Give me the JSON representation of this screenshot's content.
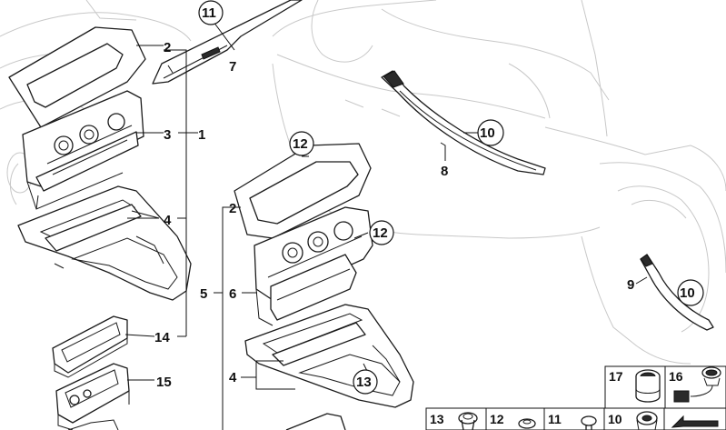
{
  "callouts": {
    "c1": "1",
    "c2a": "2",
    "c2b": "2",
    "c3": "3",
    "c4a": "4",
    "c4b": "4",
    "c5": "5",
    "c6": "6",
    "c7": "7",
    "c8": "8",
    "c9": "9",
    "c10a": "10",
    "c10b": "10",
    "c11": "11",
    "c12a": "12",
    "c12b": "12",
    "c13": "13",
    "c14": "14",
    "c15": "15"
  },
  "legend": {
    "b17": "17",
    "b16": "16",
    "b13": "13",
    "b12": "12",
    "b11": "11",
    "b10": "10"
  }
}
